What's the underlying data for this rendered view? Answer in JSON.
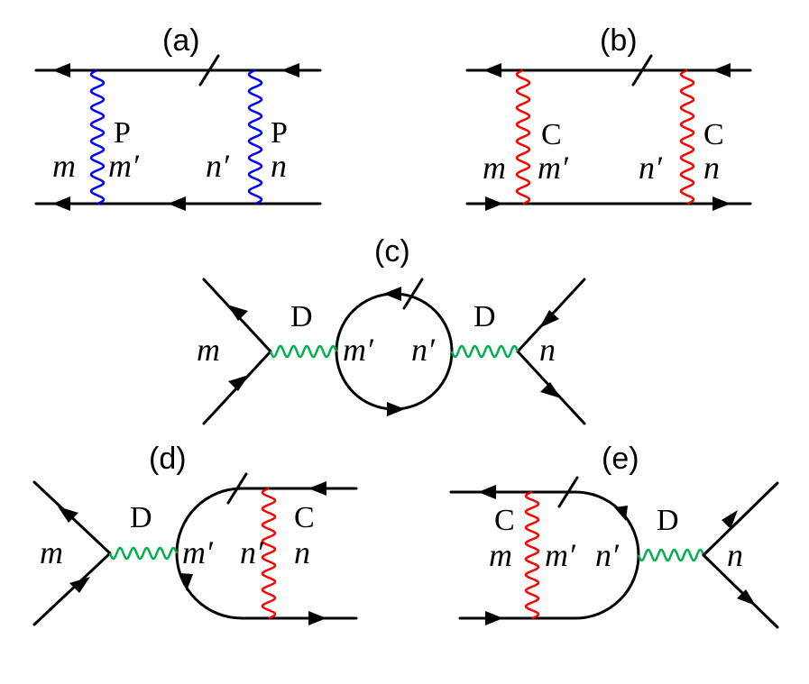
{
  "panels": {
    "a": {
      "label": "(a)",
      "boson": "P",
      "left": "m",
      "left_prime": "m′",
      "right_prime": "n′",
      "right": "n"
    },
    "b": {
      "label": "(b)",
      "boson": "C",
      "left": "m",
      "left_prime": "m′",
      "right_prime": "n′",
      "right": "n"
    },
    "c": {
      "label": "(c)",
      "boson_left": "D",
      "boson_right": "D",
      "left": "m",
      "left_prime": "m′",
      "right_prime": "n′",
      "right": "n"
    },
    "d": {
      "label": "(d)",
      "boson_left": "D",
      "boson_right": "C",
      "left": "m",
      "left_prime": "m′",
      "right_prime": "n′",
      "right": "n"
    },
    "e": {
      "label": "(e)",
      "boson_left": "C",
      "boson_right": "D",
      "left": "m",
      "left_prime": "m′",
      "right_prime": "n′",
      "right": "n"
    }
  },
  "colors": {
    "P": "#0000ff",
    "C": "#ff0000",
    "D": "#00b050",
    "fermion": "#000000"
  }
}
